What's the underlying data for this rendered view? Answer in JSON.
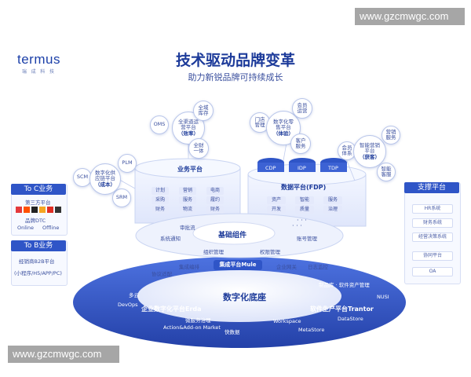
{
  "watermark": {
    "top": "www.gzcmwgc.com",
    "bottom": "www.gzcmwgc.com"
  },
  "logo": {
    "name": "termus",
    "sub": "瑞 成 科 技"
  },
  "header": {
    "title": "技术驱动品牌变革",
    "subtitle": "助力新锐品牌可持续成长"
  },
  "bubbles": {
    "scm": "SCM",
    "plm": "PLM",
    "srm": "SRM",
    "oms": "OMS",
    "supply_chain": [
      "数字化供",
      "应链平台",
      "（成本）"
    ],
    "retail_platform": [
      "全渠道运",
      "营平台",
      "（效率）"
    ],
    "inventory": [
      "全域",
      "库存"
    ],
    "finance": [
      "全财",
      "一体"
    ],
    "store": [
      "门店",
      "管理"
    ],
    "member_platform": [
      "数字化零",
      "售平台",
      "（体验）"
    ],
    "member_ops": [
      "会员",
      "运营"
    ],
    "customer_service": [
      "客户",
      "服务"
    ],
    "member": [
      "会员",
      "体系"
    ],
    "marketing_platform": [
      "智能营销",
      "平台",
      "（获客）"
    ],
    "marketing_ops": [
      "营销",
      "服务"
    ],
    "smart_cs": [
      "智能",
      "客服"
    ]
  },
  "left": {
    "toc_title": "To C业务",
    "toc_third": "第三方平台",
    "toc_dtc": "品牌DTC",
    "toc_online": "Online",
    "toc_offline": "Offline",
    "tob_title": "To B业务",
    "tob_line1": "经销商B2B平台",
    "tob_line2": "(小程序/H5/APP/PC)"
  },
  "right": {
    "title": "支撑平台",
    "items": [
      "HR系统",
      "财务系统",
      "经营决策系统",
      "协同平台",
      "OA"
    ]
  },
  "business": {
    "title": "业务平台",
    "tags": [
      "计划",
      "营销",
      "电商",
      "采购",
      "服务",
      "履约",
      "财务",
      "物流",
      "财务"
    ]
  },
  "fdp": {
    "cdp": "CDP",
    "idp": "IDP",
    "tdp": "TDP",
    "title": "数据平台(FDP)",
    "tags": [
      "资产",
      "智能",
      "服务",
      "开发",
      "质量",
      "治理"
    ],
    "dots": "· · ·"
  },
  "base": {
    "title": "基础组件",
    "items": [
      "审批流",
      "系统通知",
      "组织管理",
      "账号管理",
      "权限管理",
      "· · ·"
    ]
  },
  "ring": {
    "mule": "集成平台Mule",
    "left_items": [
      "协议适配",
      "集成编排",
      "企业网关",
      "日志监控"
    ],
    "center": "数字化底座",
    "erda": "企业数字化平台Erda",
    "erda_items": [
      "多云",
      "DevOps",
      "微服务治理",
      "Action&Add-on Market",
      "快数据"
    ],
    "tranter": "软件生产平台Trantor",
    "tranter_items": [
      "制品库 · 软件资产管理",
      "NUSI",
      "Workspace",
      "DataStore",
      "MetaStore"
    ]
  },
  "colors": {
    "primary": "#1d3b9a",
    "accent": "#2f55c7",
    "ring": "#3a5fd0"
  }
}
